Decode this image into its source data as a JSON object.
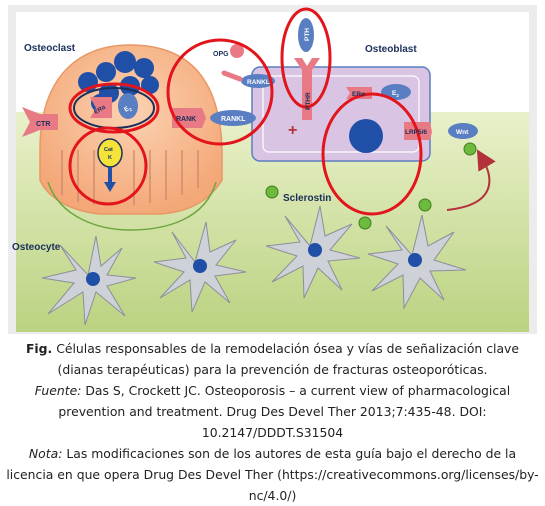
{
  "figure": {
    "labels": {
      "osteoclast": "Osteoclast",
      "osteoblast": "Osteoblast",
      "osteocyte": "Osteocyte",
      "sclerostin": "Sclerostin",
      "opg": "OPG",
      "pth": "PTH",
      "pthr": "PTHR",
      "rankl_top": "RANKL",
      "rankl_mid": "RANKL",
      "rank": "RANK",
      "ctr": "CTR",
      "era_oc": "ERα",
      "e2_oc": "E",
      "era_ob": "ERα",
      "e2_ob": "E",
      "e2_sub": "2",
      "lrp": "LRP5/6",
      "wnt": "Wnt",
      "cat": "Cat",
      "k": "K",
      "plus": "+"
    },
    "colors": {
      "osteoclast_fill": "#f6b98e",
      "osteoblast_fill": "#d9c4e4",
      "bone_fill": "#d8e8a8",
      "receptor": "#e87a86",
      "protein": "#5a7ec2",
      "nucleus": "#1f4fa6",
      "highlight_ring": "#e3141b",
      "sclerostin": "#6cbb3c"
    }
  },
  "caption": {
    "fig_label": "Fig.",
    "fig_text": " Células responsables de la remodelación ósea y vías de señalización clave (dianas terapéuticas) para la prevención de fracturas osteoporóticas.",
    "source_label": "Fuente:",
    "source_text": " Das S, Crockett JC. Osteoporosis – a current view of pharmacological prevention and treatment. Drug Des Devel Ther 2013;7:435-48. DOI: 10.2147/DDDT.S31504",
    "note_label": "Nota:",
    "note_text": " Las modificaciones son de los autores de esta guía bajo el derecho de la licencia en que opera Drug Des Devel Ther (https://creativecommons.org/licenses/by-nc/4.0/)"
  }
}
